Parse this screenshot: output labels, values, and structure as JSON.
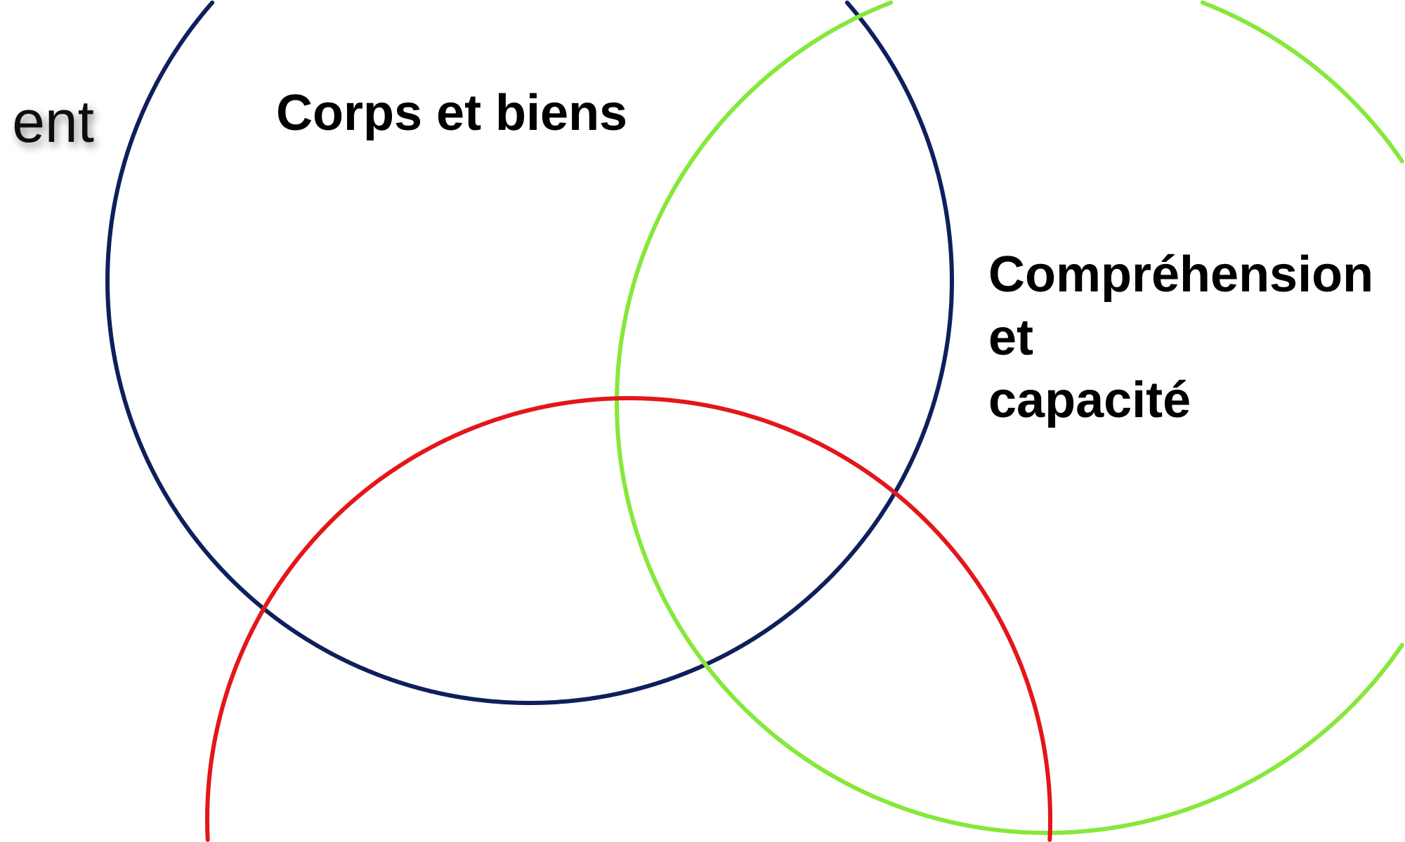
{
  "labels": {
    "partial_left": "ent",
    "corps": "Corps et biens",
    "comprehension_line1": "Compréhension",
    "comprehension_line2": "et",
    "comprehension_line3": "capacité"
  },
  "colors": {
    "blue_circle": "#0f1f5c",
    "green_circle": "#86e83a",
    "red_circle": "#e3161b"
  }
}
